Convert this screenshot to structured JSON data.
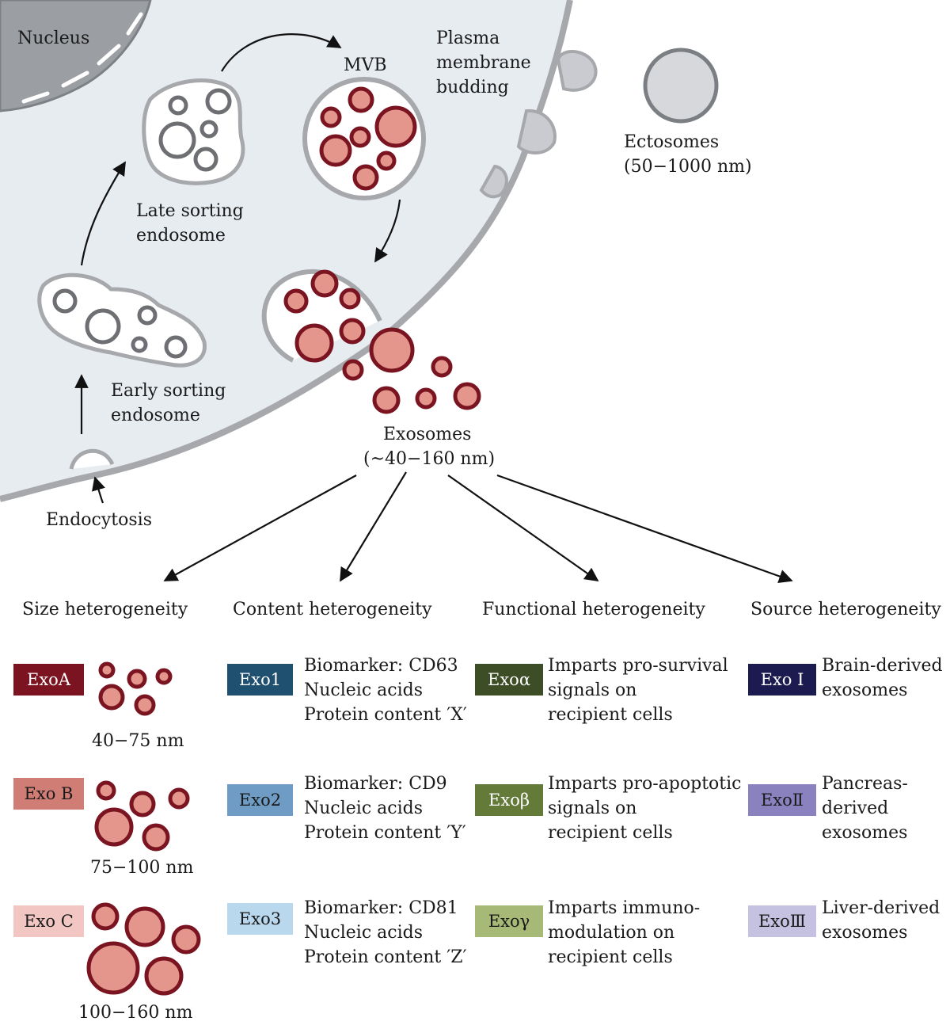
{
  "cell": {
    "nucleus_label": "Nucleus",
    "plasma_membrane_label": [
      "Plasma",
      "membrane",
      "budding"
    ],
    "mvb_label": "MVB",
    "late_endosome_label": [
      "Late sorting",
      "endosome"
    ],
    "early_endosome_label": [
      "Early sorting",
      "endosome"
    ],
    "endocytosis_label": "Endocytosis",
    "ectosomes_label": [
      "Ectosomes",
      "(50−1000 nm)"
    ],
    "exosomes_label": [
      "Exosomes",
      "(~40−160 nm)"
    ]
  },
  "headers": {
    "size": "Size heterogeneity",
    "content": "Content heterogeneity",
    "functional": "Functional heterogeneity",
    "source": "Source heterogeneity"
  },
  "size_rows": [
    {
      "label": "ExoA",
      "range": "40−75 nm",
      "color": "#7b1420",
      "text_color": "#ffffff"
    },
    {
      "label": "Exo B",
      "range": "75−100 nm",
      "color": "#d07d76",
      "text_color": "#1a1a1a"
    },
    {
      "label": "Exo C",
      "range": "100−160 nm",
      "color": "#f2c6c2",
      "text_color": "#1a1a1a"
    }
  ],
  "content_rows": [
    {
      "label": "Exo1",
      "color": "#1f5070",
      "text_color": "#ffffff",
      "lines": [
        "Biomarker: CD63",
        "Nucleic acids",
        "Protein content ′X′"
      ]
    },
    {
      "label": "Exo2",
      "color": "#6e9cc4",
      "text_color": "#1a1a1a",
      "lines": [
        "Biomarker: CD9",
        "Nucleic acids",
        "Protein content ′Y′"
      ]
    },
    {
      "label": "Exo3",
      "color": "#b9d8ee",
      "text_color": "#1a1a1a",
      "lines": [
        "Biomarker: CD81",
        "Nucleic acids",
        "Protein content ′Z′"
      ]
    }
  ],
  "functional_rows": [
    {
      "label": "Exoα",
      "color": "#3d4e26",
      "text_color": "#ffffff",
      "lines": [
        "Imparts pro-survival",
        "signals on",
        "recipient cells"
      ]
    },
    {
      "label": "Exoβ",
      "color": "#647a39",
      "text_color": "#ffffff",
      "lines": [
        "Imparts pro-apoptotic",
        "signals on",
        "recipient cells"
      ]
    },
    {
      "label": "Exoγ",
      "color": "#a6b977",
      "text_color": "#1a1a1a",
      "lines": [
        "Imparts immuno-",
        "modulation on",
        "recipient cells"
      ]
    }
  ],
  "source_rows": [
    {
      "label": "Exo Ⅰ",
      "color": "#1c1b4f",
      "text_color": "#ffffff",
      "lines": [
        "Brain-derived",
        "exosomes"
      ]
    },
    {
      "label": "ExoⅡ",
      "color": "#8a81bf",
      "text_color": "#1a1a1a",
      "lines": [
        "Pancreas-",
        "derived",
        "exosomes"
      ]
    },
    {
      "label": "ExoⅢ",
      "color": "#c5c1e0",
      "text_color": "#1a1a1a",
      "lines": [
        "Liver-derived",
        "exosomes"
      ]
    }
  ],
  "colors": {
    "cytoplasm": "#e7ecf1",
    "membrane": "#a6a8ac",
    "nucleus": "#9b9ea2",
    "exosome_ring": "#7a1420",
    "exosome_fill": "#e4958c"
  }
}
